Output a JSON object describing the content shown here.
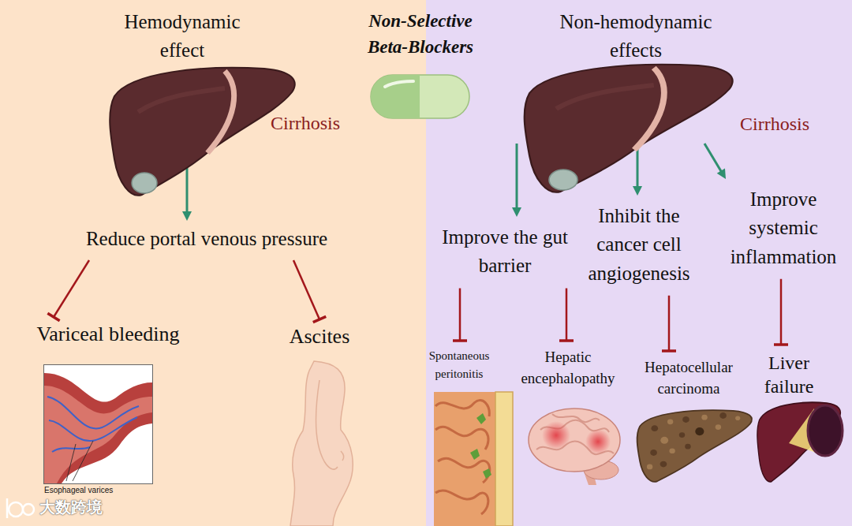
{
  "diagram": {
    "title": "Non-Selective Beta-Blockers",
    "nodes": [
      {
        "text": [
          "Hemodynamic effect"
        ]
      },
      {
        "text": [
          "Cirrhosis"
        ],
        "in": 0
      },
      {
        "text": [
          "Reduce portal venous pressure"
        ],
        "in": 0
      },
      {
        "text": [
          "Variceal bleeding"
        ],
        "in": 0
      },
      {
        "text": [
          "Ascites"
        ],
        "in": 0
      },
      {
        "text": [
          "Esophageal varices"
        ],
        "in": 0
      },
      {
        "text": [
          "Non-hemodynamic effects"
        ]
      },
      {
        "text": [
          "Cirrhosis"
        ],
        "in": 6
      },
      {
        "text": [
          "Improve the gut barrier"
        ],
        "in": 6
      },
      {
        "text": [
          "Inhibit the cancer cell angiogenesis"
        ],
        "in": 6
      },
      {
        "text": [
          "Improve systemic inflammation"
        ],
        "in": 6
      },
      {
        "text": [
          "Spontaneous peritonitis"
        ],
        "in": 6
      },
      {
        "text": [
          "Hepatic encephalopathy"
        ],
        "in": 6
      },
      {
        "text": [
          "Hepatocellular carcinoma"
        ],
        "in": 6
      },
      {
        "text": [
          "Liver failure"
        ],
        "in": 6
      }
    ],
    "edges": [
      {
        "from": 1,
        "to": 2,
        "arrow": "to"
      },
      {
        "from": 2,
        "to": 3,
        "arrow": "to"
      },
      {
        "from": 2,
        "to": 4,
        "arrow": "to"
      },
      {
        "from": 7,
        "to": 8,
        "arrow": "to"
      },
      {
        "from": 7,
        "to": 9,
        "arrow": "to"
      },
      {
        "from": 7,
        "to": 10,
        "arrow": "to"
      },
      {
        "from": 8,
        "to": 11,
        "arrow": "to"
      },
      {
        "from": 8,
        "to": 12,
        "arrow": "to"
      },
      {
        "from": 9,
        "to": 13,
        "arrow": "to"
      },
      {
        "from": 10,
        "to": 14,
        "arrow": "to"
      }
    ],
    "labels": [
      "大数跨境"
    ]
  }
}
